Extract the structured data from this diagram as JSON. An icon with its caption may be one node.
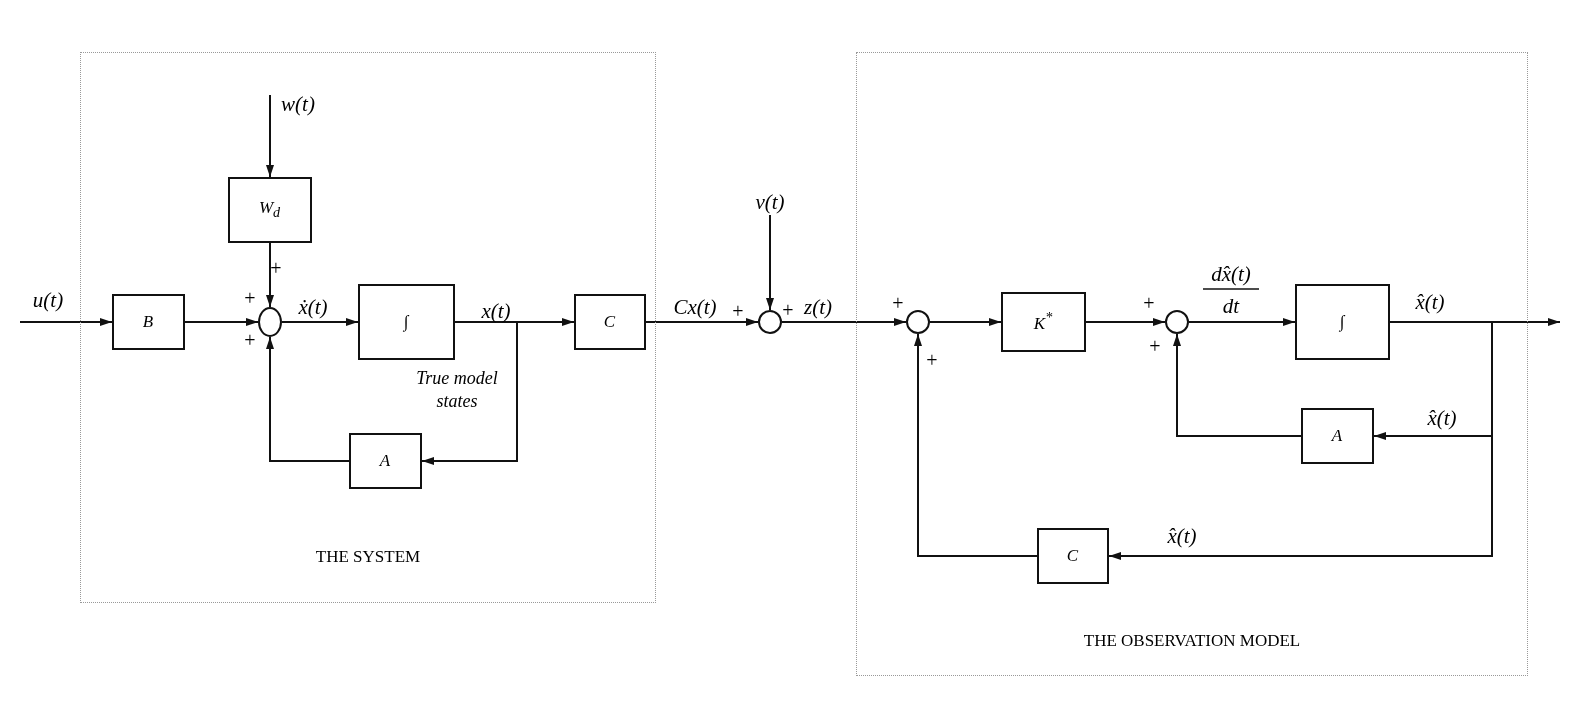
{
  "diagram": {
    "nodes": [
      {
        "text": [
          "THE SYSTEM"
        ]
      },
      {
        "text": [
          "THE OBSERVATION MODEL"
        ]
      },
      {
        "text": [
          "W$_{d}$"
        ],
        "in": 0
      },
      {
        "text": [
          "B"
        ],
        "in": 0
      },
      {
        "text": [],
        "shape": "circle",
        "in": 0
      },
      {
        "text": [
          "∫"
        ],
        "in": 0
      },
      {
        "text": [
          "C"
        ],
        "in": 0
      },
      {
        "text": [
          "A"
        ],
        "in": 0
      },
      {
        "text": [],
        "shape": "circle"
      },
      {
        "text": [],
        "shape": "circle",
        "in": 1
      },
      {
        "text": [
          "K$^{*}$"
        ],
        "in": 1
      },
      {
        "text": [],
        "shape": "circle",
        "in": 1
      },
      {
        "text": [
          "∫"
        ],
        "in": 1
      },
      {
        "text": [
          "A"
        ],
        "in": 1
      },
      {
        "text": [
          "C"
        ],
        "in": 1
      }
    ],
    "edges": [
      {
        "from": null,
        "to": 3,
        "arrow": "to",
        "label": "u(t)"
      },
      {
        "from": null,
        "to": 2,
        "arrow": "to",
        "label": "w(t)"
      },
      {
        "from": 2,
        "to": 4,
        "arrow": "to"
      },
      {
        "from": 3,
        "to": 4,
        "arrow": "to"
      },
      {
        "from": 4,
        "to": 5,
        "arrow": "to",
        "label": "ẋ(t)"
      },
      {
        "from": 5,
        "to": 6,
        "arrow": "to",
        "label": "x(t)"
      },
      {
        "from": 5,
        "to": 7,
        "arrow": "to"
      },
      {
        "from": 7,
        "to": 4,
        "arrow": "to"
      },
      {
        "from": 6,
        "to": 8,
        "arrow": "to",
        "label": "Cx(t)"
      },
      {
        "from": null,
        "to": 8,
        "arrow": "to",
        "label": "v(t)"
      },
      {
        "from": 8,
        "to": 9,
        "arrow": "to",
        "label": "z(t)"
      },
      {
        "from": 9,
        "to": 10,
        "arrow": "to"
      },
      {
        "from": 10,
        "to": 11,
        "arrow": "to"
      },
      {
        "from": 11,
        "to": 12,
        "arrow": "to"
      },
      {
        "from": 12,
        "to": null,
        "arrow": "to",
        "label": "x̂(t)"
      },
      {
        "from": 12,
        "to": 13,
        "arrow": "to",
        "label": "x̂(t)"
      },
      {
        "from": 12,
        "to": 14,
        "arrow": "to",
        "label": "x̂(t)"
      },
      {
        "from": 13,
        "to": 11,
        "arrow": "to"
      },
      {
        "from": 14,
        "to": 9,
        "arrow": "to"
      }
    ],
    "labels": [
      "+",
      "+",
      "+",
      "+",
      "+",
      "+",
      "+",
      "True model states",
      "dx̂(t)",
      "dt",
      "+",
      "+"
    ]
  }
}
